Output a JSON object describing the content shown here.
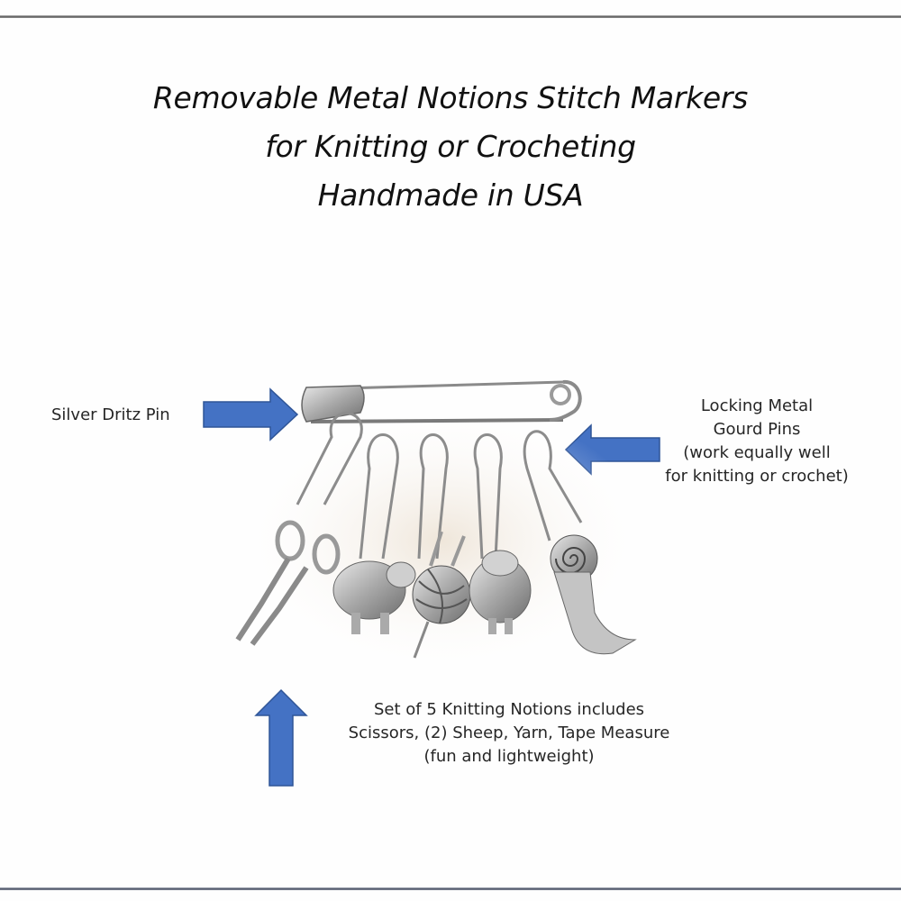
{
  "title": {
    "lines": [
      "Removable  Metal Notions Stitch Markers",
      "for Knitting or Crocheting",
      "Handmade  in USA"
    ]
  },
  "callouts": {
    "pin": {
      "lines": [
        "Silver Dritz Pin"
      ],
      "arrow": "arrow-right-icon"
    },
    "gourd_pins": {
      "lines": [
        "Locking Metal",
        "Gourd Pins",
        "(work equally well",
        "for knitting or crochet)"
      ],
      "arrow": "arrow-left-icon"
    },
    "set": {
      "lines": [
        "Set of 5 Knitting Notions includes",
        "Scissors, (2) Sheep, Yarn, Tape Measure",
        "(fun and lightweight)"
      ],
      "arrow": "arrow-up-icon"
    }
  },
  "product_image": {
    "charms": [
      "scissors",
      "sheep",
      "yarn-ball",
      "sheep",
      "tape-measure"
    ],
    "pin": "safety-pin",
    "markers": "locking-gourd-pins"
  },
  "colors": {
    "arrow_fill": "#4472c4",
    "arrow_stroke": "#2f5597",
    "metal": "#b9b9b9",
    "text": "#262626"
  }
}
